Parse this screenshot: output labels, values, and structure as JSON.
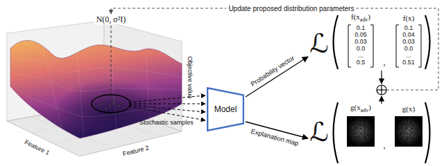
{
  "diagram": {
    "nodes": [
      {
        "text": [
          "Model"
        ]
      }
    ],
    "labels": [
      "Update proposed distribution parameters",
      "N(0, σ²I)",
      "Objective value",
      "Feature 1",
      "Feature 2",
      "Stochastic samples",
      "Probability vector",
      "Explanation map",
      "ℒ",
      "f(x",
      "adv",
      ")",
      "f(x)",
      "0.1",
      "0.05",
      "0.03",
      "0.0",
      "...",
      "0.5",
      "0.1",
      "0.04",
      "0.03",
      "0.0",
      "...",
      "0.51",
      "ℒ",
      "g(x",
      "adv",
      ")",
      "g(x)",
      ",",
      ","
    ]
  }
}
